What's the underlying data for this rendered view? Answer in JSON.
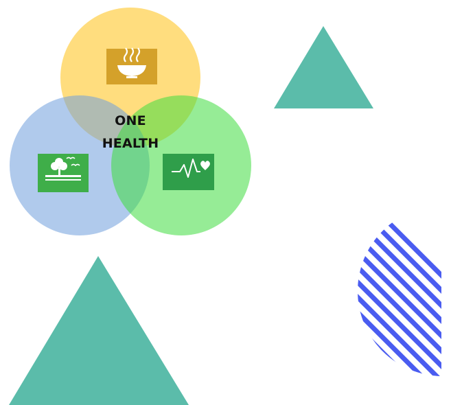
{
  "venn": {
    "center_line_1": "ONE",
    "center_line_2": "HEALTH",
    "circles": [
      {
        "name": "food",
        "color": "#ffd97a",
        "icon": "soup-bowl-icon",
        "icon_color": "#d4a12a"
      },
      {
        "name": "environment",
        "color": "#9fc1e8",
        "icon": "tree-landscape-icon",
        "icon_color": "#3fae49"
      },
      {
        "name": "health",
        "color": "#86ea86",
        "icon": "heartbeat-icon",
        "icon_color": "#2f9e4a"
      }
    ]
  },
  "decor": {
    "triangle_color": "#5bbcaa",
    "stripe_color": "#4a5cf0"
  }
}
